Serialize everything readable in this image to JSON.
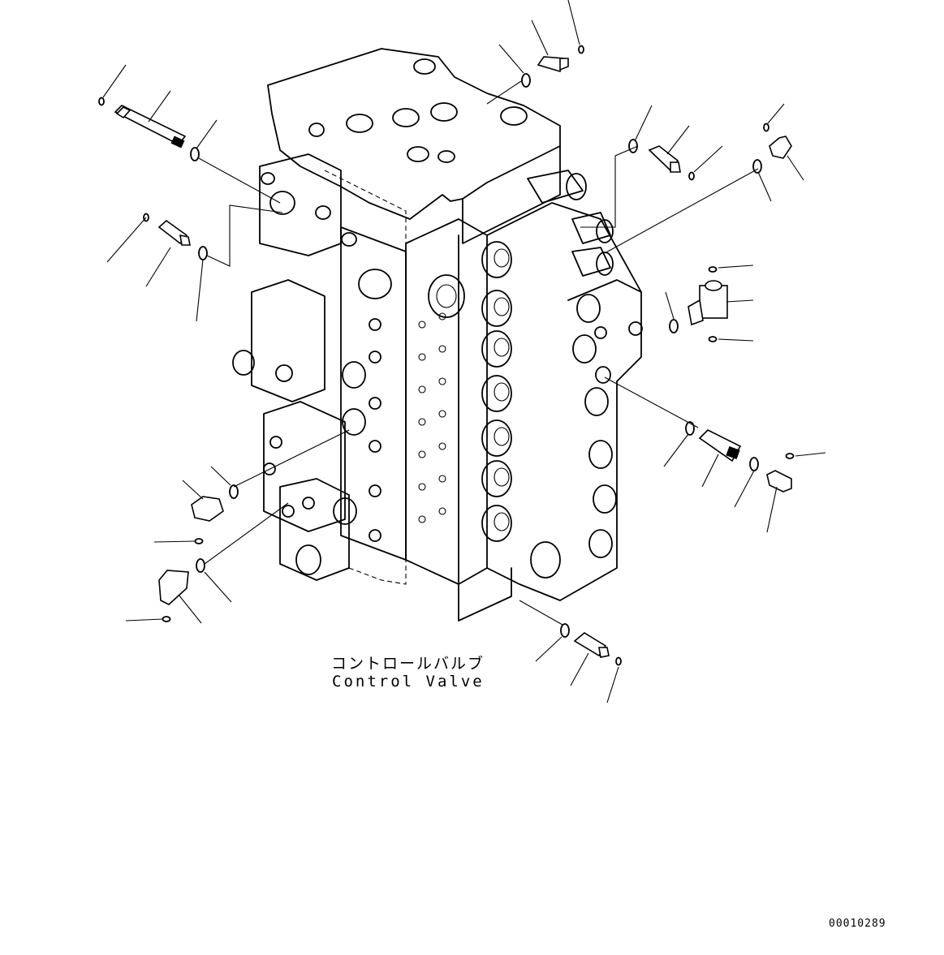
{
  "caption": {
    "japanese": "コントロールバルブ",
    "english": "Control Valve"
  },
  "drawing_number": "00010289",
  "colors": {
    "background": "#ffffff",
    "ink": "#000000"
  }
}
